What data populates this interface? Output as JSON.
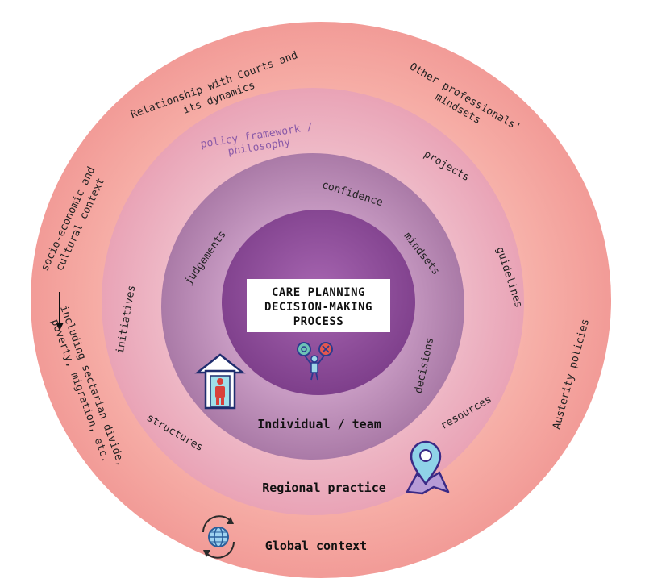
{
  "center": {
    "title_lines": [
      "CARE PLANNING",
      "DECISION-MAKING",
      "PROCESS"
    ]
  },
  "labels": {
    "individual": "Individual / team",
    "regional": "Regional practice",
    "global": "Global context"
  },
  "inner_ring": {
    "judgements": "judgements",
    "confidence": "confidence",
    "mindsets": "mindsets",
    "decisions": "decisions"
  },
  "middle_ring": {
    "policy_line1": "policy framework /",
    "policy_line2": "philosophy",
    "projects": "projects",
    "guidelines": "guidelines",
    "initiatives": "initiatives",
    "structures": "structures",
    "resources": "resources"
  },
  "outer_ring": {
    "courts_line1": "Relationship with Courts and",
    "courts_line2": "its dynamics",
    "professionals_line1": "Other professionals'",
    "professionals_line2": "mindsets",
    "socio_line1": "socio-economic and",
    "socio_line2": "cultural context",
    "including_line1": "including sectarian divide,",
    "including_line2": "poverty, migration, etc.",
    "austerity": "Austerity policies"
  },
  "icons": [
    "house-person-icon",
    "accept-reject-person-icon",
    "location-pin-icon",
    "globe-cycle-icon"
  ],
  "colors": {
    "outer": "#f6a9a4",
    "middle": "#efb4c4",
    "inner": "#bd8db8",
    "core": "#8a4a94",
    "policy_text": "#8a5aa8"
  }
}
